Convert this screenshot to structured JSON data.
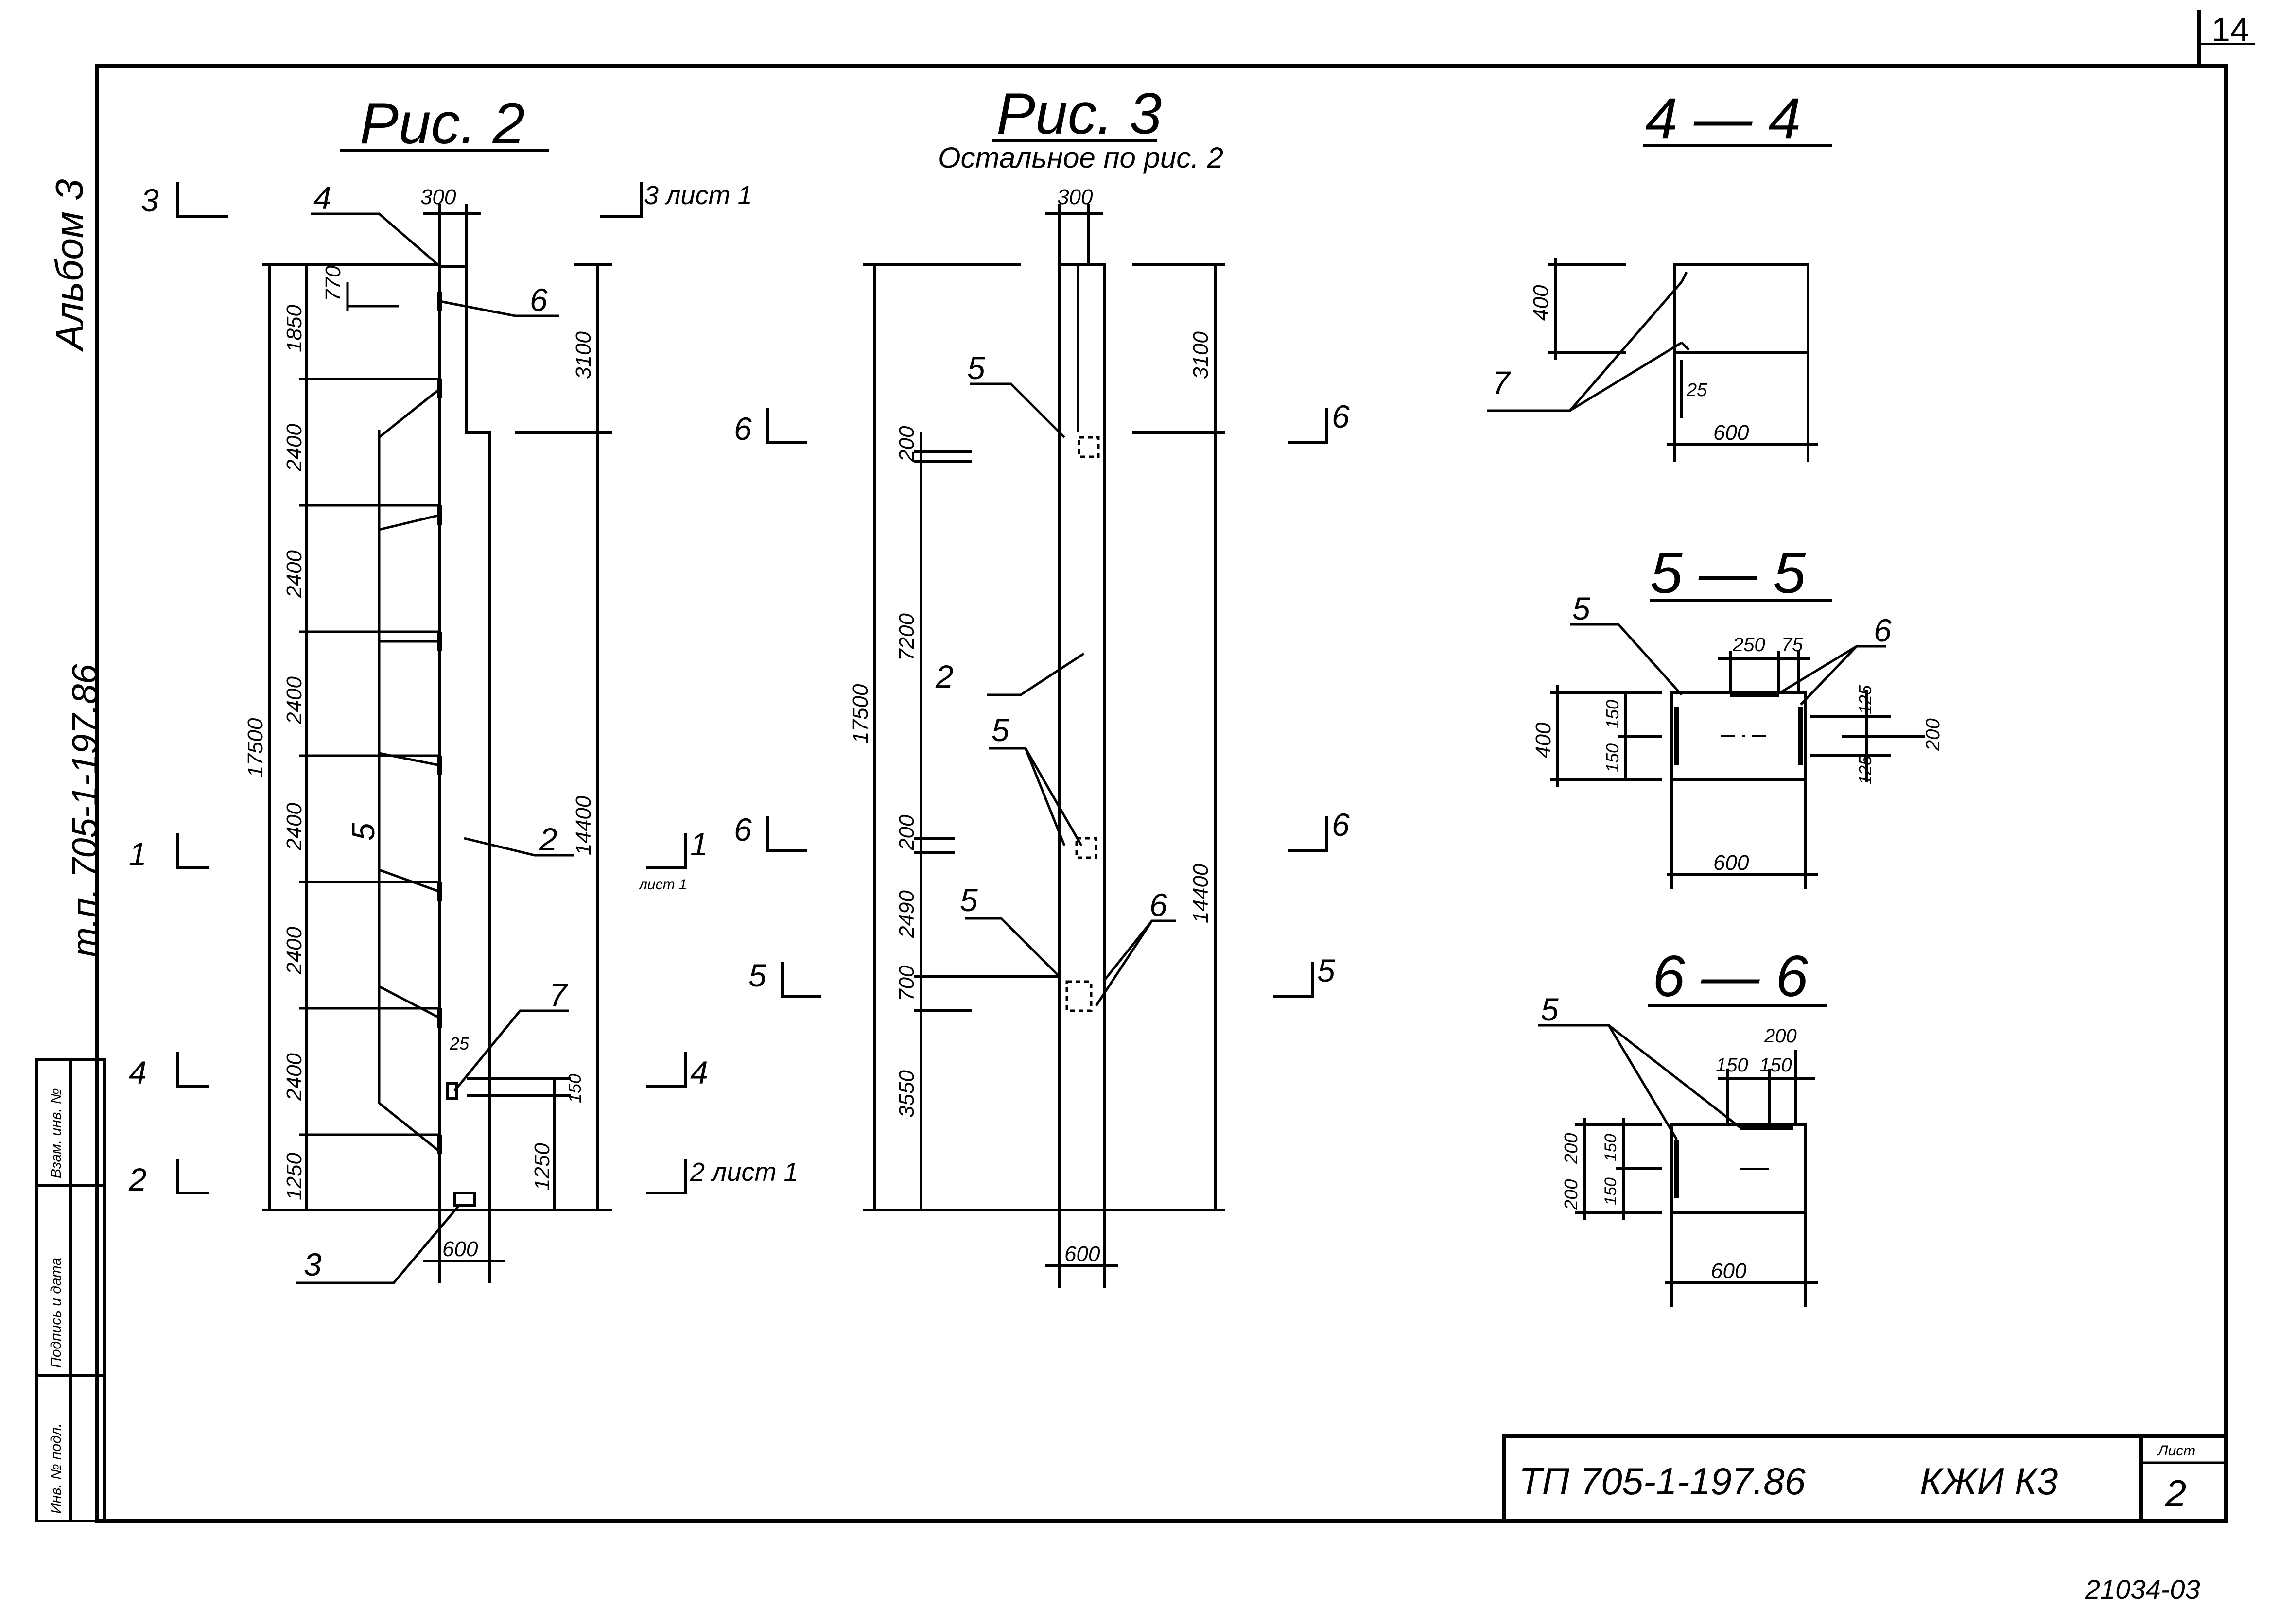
{
  "page_number": "14",
  "album": "Альбом 3",
  "series_side": "т.п. 705-1-197.86",
  "fig2": {
    "title": "Рис. 2",
    "cut3": "3",
    "cut3_ref": "3 лист 1",
    "cut1": "1",
    "cut1_ref": "1",
    "cut1_sheet": "лист 1",
    "cut4": "4",
    "cut2": "2",
    "cut2_ref": "2 лист 1",
    "dim_top_width": "300",
    "dim_bottom_width": "600",
    "dim_total": "17500",
    "dim_upper": "3100",
    "dim_lower": "14400",
    "dim_770": "770",
    "dim_25": "25",
    "dim_150": "150",
    "dim_1250_right": "1250",
    "spacings": [
      "1850",
      "2400",
      "2400",
      "2400",
      "2400",
      "2400",
      "2400",
      "1250"
    ],
    "callouts": [
      "4",
      "6",
      "5",
      "2",
      "7",
      "3"
    ]
  },
  "fig3": {
    "title": "Рис. 3",
    "subtitle": "Остальное по рис. 2",
    "cut6a": "6",
    "cut6b": "6",
    "cut5": "5",
    "dim_top_width": "300",
    "dim_bottom_width": "600",
    "dim_total": "17500",
    "dim_upper": "3100",
    "dim_lower": "14400",
    "spacings": [
      "200",
      "7200",
      "200",
      "2490",
      "700",
      "3550"
    ],
    "callouts": [
      "5",
      "2",
      "5",
      "5",
      "6"
    ]
  },
  "sec44": {
    "title": "4 — 4",
    "dim_h": "400",
    "dim_w": "600",
    "dim_25": "25",
    "callout": "7"
  },
  "sec55": {
    "title": "5 — 5",
    "dim_h": "400",
    "dim_150a": "150",
    "dim_150b": "150",
    "dim_250": "250",
    "dim_75": "75",
    "dim_125a": "125",
    "dim_125b": "125",
    "dim_200": "200",
    "dim_w": "600",
    "callout5": "5",
    "callout6": "6"
  },
  "sec66": {
    "title": "6 — 6",
    "dim_200top": "200",
    "dim_150a": "150",
    "dim_150b": "150",
    "dim_200a": "200",
    "dim_200b": "200",
    "dim_150c": "150",
    "dim_150d": "150",
    "dim_w": "600",
    "callout5": "5"
  },
  "frame_stamp": [
    "Инв. № подл.",
    "Подпись и дата",
    "Взам. инв. №"
  ],
  "title_block": {
    "code": "ТП 705-1-197.86",
    "mark": "КЖИ К3",
    "sheet_label": "Лист",
    "sheet": "2"
  },
  "footer_code": "21034-03"
}
